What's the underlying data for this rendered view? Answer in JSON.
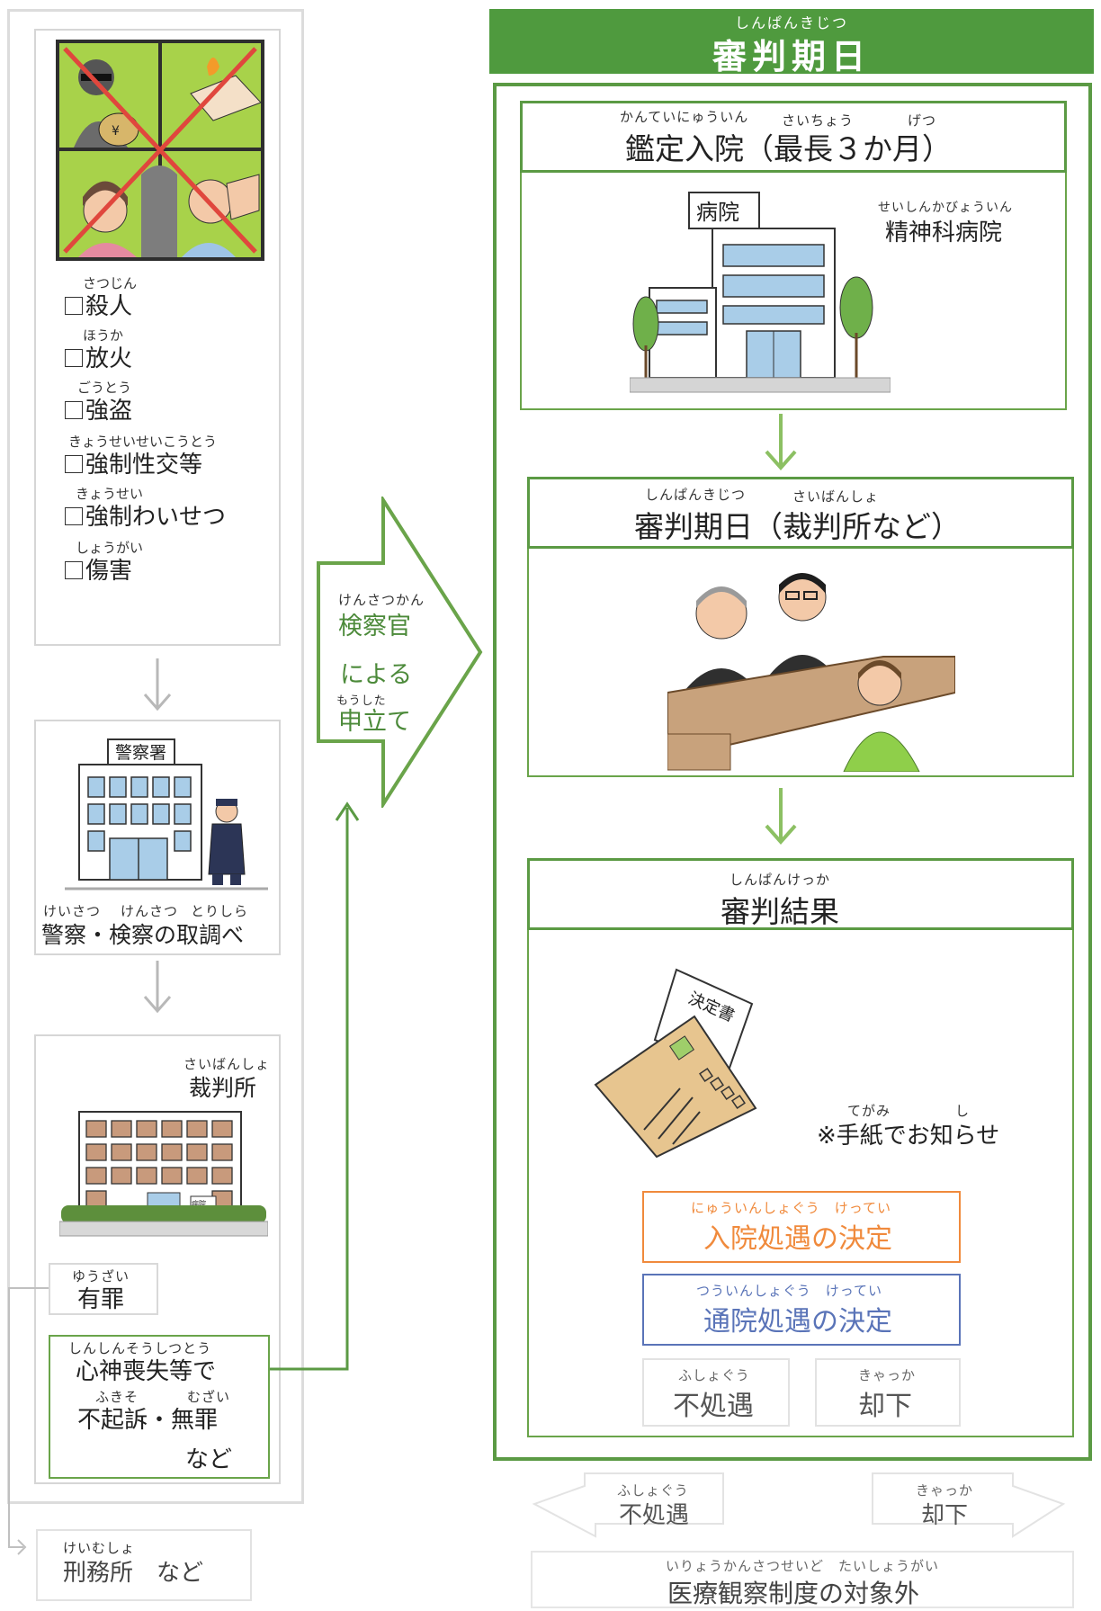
{
  "left_column": {
    "crimes": [
      {
        "ruby": "さつじん",
        "label": "殺人"
      },
      {
        "ruby": "ほうか",
        "label": "放火"
      },
      {
        "ruby": "ごうとう",
        "label": "強盗"
      },
      {
        "ruby": "きょうせいせいこうとう",
        "label": "強制性交等"
      },
      {
        "ruby": "きょうせい",
        "label": "強制わいせつ"
      },
      {
        "ruby": "しょうがい",
        "label": "傷害"
      }
    ],
    "police_sign": "警察署",
    "investigation": {
      "ruby_1": "けいさつ",
      "ruby_2": "けんさつ",
      "ruby_3": "とりしら",
      "label": "警察・検察の取調べ"
    },
    "court": {
      "ruby": "さいばんしょ",
      "label": "裁判所",
      "building_sign": "裁判所"
    },
    "guilty": {
      "ruby": "ゆうざい",
      "label": "有罪"
    },
    "insanity": {
      "ruby_1": "しんしんそうしつとう",
      "line_1": "心神喪失等で",
      "ruby_2a": "ふきそ",
      "ruby_2b": "むざい",
      "line_2": "不起訴・無罪",
      "line_3": "など"
    },
    "prison": {
      "ruby": "けいむしょ",
      "label": "刑務所　など"
    }
  },
  "middle_arrow": {
    "ruby_1": "けんさつかん",
    "line_1": "検察官",
    "line_2": "による",
    "ruby_3": "もうした",
    "line_3": "申立て"
  },
  "right_column": {
    "header_ruby": "しんぱんきじつ",
    "header": "審判期日",
    "step1": {
      "ruby_a": "かんていにゅういん",
      "ruby_b": "さいちょう",
      "ruby_c": "げつ",
      "title": "鑑定入院（最長３か月）",
      "hospital_ruby": "せいしんかびょういん",
      "hospital": "精神科病院",
      "building_sign": "病院"
    },
    "step2": {
      "ruby_a": "しんぱんきじつ",
      "ruby_b": "さいばんしょ",
      "title": "審判期日（裁判所など）"
    },
    "step3": {
      "ruby": "しんぱんけっか",
      "title": "審判結果",
      "letter_label": "決定書",
      "notice_ruby_a": "てがみ",
      "notice_ruby_b": "し",
      "notice": "※手紙でお知らせ",
      "inpatient_ruby": "にゅういんしょぐう　けってい",
      "inpatient": "入院処遇の決定",
      "outpatient_ruby": "つういんしょぐう　けってい",
      "outpatient": "通院処遇の決定",
      "no_treatment_ruby": "ふしょぐう",
      "no_treatment": "不処遇",
      "dismissal_ruby": "きゃっか",
      "dismissal": "却下"
    },
    "outside": {
      "no_treatment_ruby": "ふしょぐう",
      "no_treatment": "不処遇",
      "dismissal_ruby": "きゃっか",
      "dismissal": "却下",
      "excluded_ruby": "いりょうかんさつせいど　たいしょうがい",
      "excluded": "医療観察制度の対象外"
    }
  },
  "colors": {
    "green": "#5b9a44",
    "green_arrow": "#8cc063",
    "gray_border": "#d6d6d6",
    "orange": "#f08a3c",
    "blue": "#5a74b8"
  }
}
